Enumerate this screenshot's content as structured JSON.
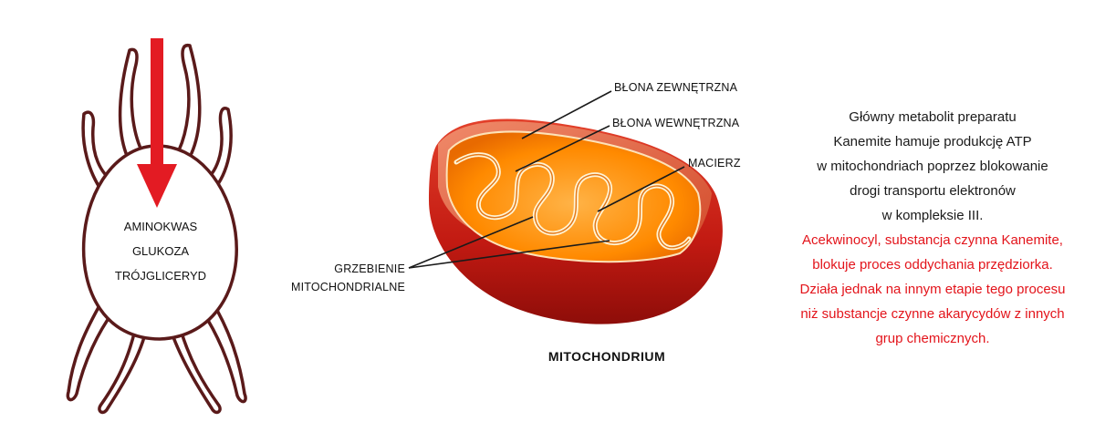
{
  "mite": {
    "lines": [
      "AMINOKWAS",
      "GLUKOZA",
      "TRÓJGLICERYD"
    ],
    "outline_color": "#5a1a1a",
    "arrow_color": "#e31b23"
  },
  "mitochondrion": {
    "labels": {
      "outer_membrane": "BŁONA ZEWNĘTRZNA",
      "inner_membrane": "BŁONA WEWNĘTRZNA",
      "matrix": "MACIERZ",
      "cristae_line1": "GRZEBIENIE",
      "cristae_line2": "MITOCHONDRIALNE"
    },
    "title": "MITOCHONDRIUM"
  },
  "description": {
    "black_lines": [
      "Główny metabolit preparatu",
      "Kanemite hamuje produkcję ATP",
      "w mitochondriach poprzez blokowanie",
      "drogi transportu elektronów",
      "w kompleksie III."
    ],
    "red_lines": [
      "Acekwinocyl, substancja czynna Kanemite,",
      "blokuje proces oddychania przędziorka.",
      "Działa jednak na innym etapie tego procesu",
      "niż substancje czynne akarycydów z innych",
      "grup chemicznych."
    ],
    "black_color": "#1a1a1a",
    "red_color": "#e3141b"
  }
}
